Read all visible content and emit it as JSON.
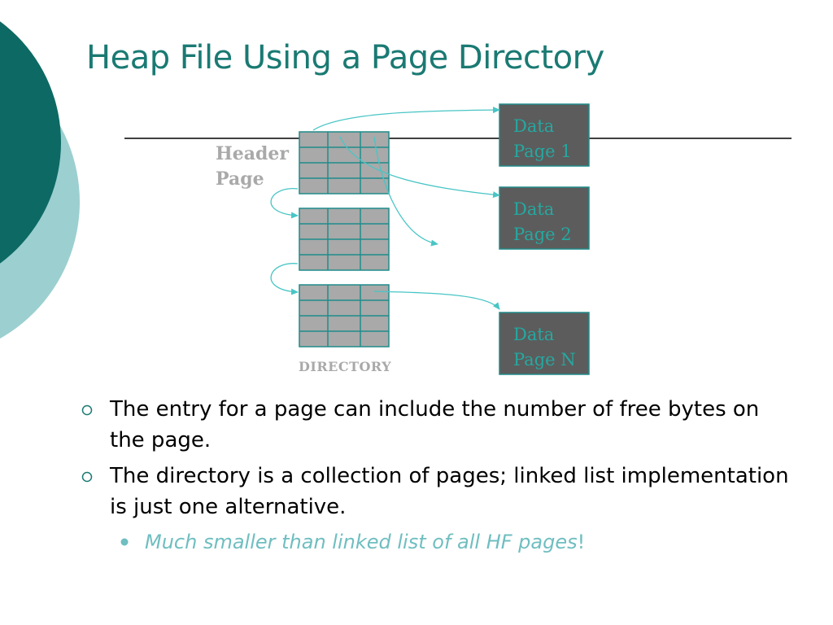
{
  "slide": {
    "title": "Heap File Using a Page Directory"
  },
  "colors": {
    "title": "#1a7a73",
    "accent_dark": "#0d6964",
    "accent_light": "#9ccfd0",
    "arrow": "#49c5c5",
    "box_fill": "#5c5c5c",
    "box_border": "#1f8c8a",
    "cell_fill": "#a9a9a9"
  },
  "diagram": {
    "header_label_line1": "Header",
    "header_label_line2": "Page",
    "directory_label": "DIRECTORY",
    "data_pages": [
      {
        "line1": "Data",
        "line2": "Page 1"
      },
      {
        "line1": "Data",
        "line2": "Page 2"
      },
      {
        "line1": "Data",
        "line2": "Page N"
      }
    ]
  },
  "bullets": [
    {
      "text": "The entry for a page can include the number of free bytes on the page."
    },
    {
      "text": "The directory is a collection of pages; linked list implementation is just one alternative."
    }
  ],
  "sub_bullet": {
    "text": "Much smaller than linked list of all HF pages",
    "tail": "!"
  }
}
